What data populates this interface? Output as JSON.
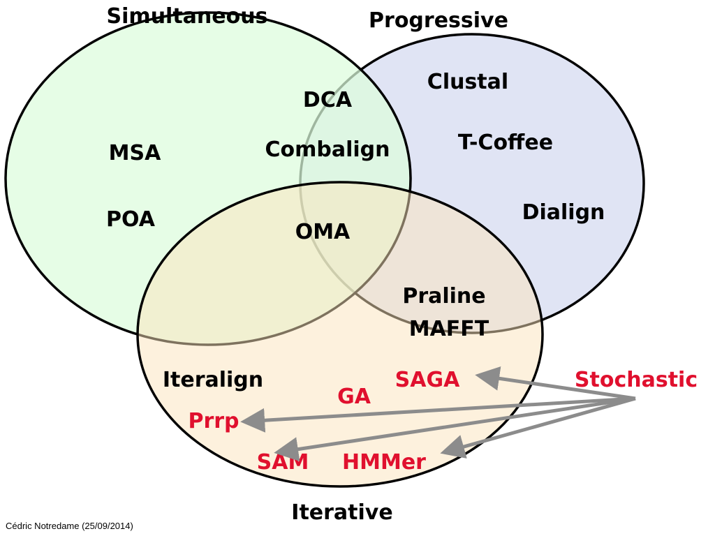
{
  "sets": {
    "simultaneous": {
      "label": "Simultaneous",
      "fill": "#dcfcdc"
    },
    "progressive": {
      "label": "Progressive",
      "fill": "#e0e4f4"
    },
    "iterative": {
      "label": "Iterative",
      "fill": "#fce4bc"
    }
  },
  "regions": {
    "simultaneous_only": [
      "MSA",
      "POA"
    ],
    "simultaneous_progressive": [
      "DCA",
      "Combalign"
    ],
    "all_three": [
      "OMA"
    ],
    "progressive_only": [
      "Clustal",
      "T-Coffee",
      "Dialign"
    ],
    "progressive_iterative": [
      "Praline",
      "MAFFT"
    ],
    "iterative_only": [
      "Iteralign"
    ],
    "iterative_stochastic": [
      "SAGA",
      "GA",
      "Prrp",
      "SAM",
      "HMMer"
    ]
  },
  "stochastic": {
    "label": "Stochastic",
    "points_to": [
      "SAGA",
      "Prrp",
      "SAM",
      "HMMer"
    ]
  },
  "footer": "Cédric Notredame (25/09/2014)",
  "colors": {
    "outline": "#000000",
    "stochastic_text": "#e0102e",
    "arrow": "#8c8c8c",
    "text": "#000000"
  }
}
